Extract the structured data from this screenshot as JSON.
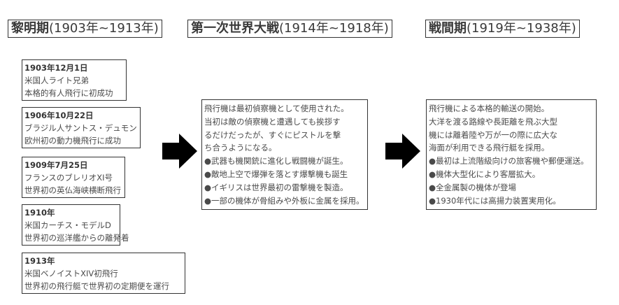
{
  "periods": [
    {
      "name": "黎明期",
      "range": "(1903年~1913年)"
    },
    {
      "name": "第一次世界大戦",
      "range": "(1914年~1918年)"
    },
    {
      "name": "戦間期",
      "range": "(1919年~1938年)"
    }
  ],
  "events": [
    {
      "date": "1903年12月1日",
      "line1": "米国人ライト兄弟",
      "line2": "本格的有人飛行に初成功"
    },
    {
      "date": "1906年10月22日",
      "line1": "ブラジル人サントス・デュモン",
      "line2": "欧州初の動力機飛行に成功"
    },
    {
      "date": "1909年7月25日",
      "line1": "フランスのブレリオXI号",
      "line2": "世界初の英仏海峡横断飛行"
    },
    {
      "date": "1910年",
      "line1": "米国カーチス・モデルD",
      "line2": "世界初の巡洋艦からの離発着"
    },
    {
      "date": "1913年",
      "line1": "米国ベノイストXIV初飛行",
      "line2": "世界初の飛行艇で世界初の定期便を運行"
    }
  ],
  "wwi_lines": [
    "飛行機は最初偵察機として使用された。",
    "当初は敵の偵察機と遭遇しても挨拶す",
    "るだけだったが、すぐにピストルを撃",
    "ち合うようになる。",
    "●武器も機関銃に進化し戦闘機が誕生。",
    "●敵地上空で爆弾を落とす爆撃機も誕生",
    "●イギリスは世界最初の雷撃機を製造。",
    "●一部の機体が骨組みや外板に金属を採用。"
  ],
  "interwar_lines": [
    "飛行機による本格的輸送の開始。",
    "大洋を渡る路線や長距離を飛ぶ大型",
    "機には離着陸や万が一の際に広大な",
    "海面が利用できる飛行艇を採用。",
    "●最初は上流階級向けの旅客機や郵便運送。",
    "●機体大型化により客層拡大。",
    "●全金属製の機体が登場",
    "●1930年代には高揚力装置実用化。"
  ],
  "arrow_color": "#000000"
}
